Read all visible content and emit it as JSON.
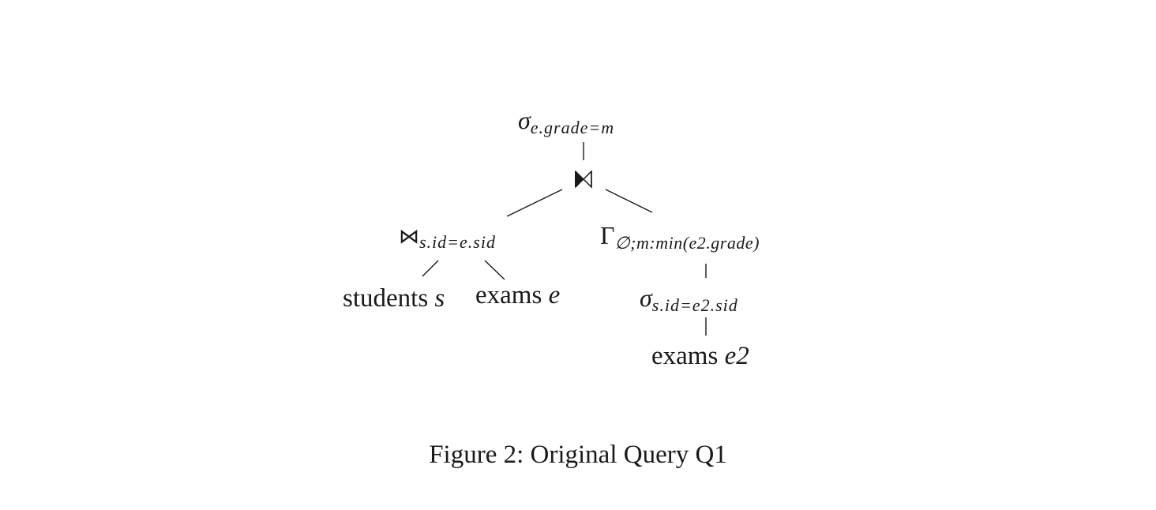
{
  "diagram": {
    "root_select": {
      "op": "σ",
      "condition": "e.grade=m"
    },
    "semijoin": {
      "symbol": "⋉⋊"
    },
    "join": {
      "op": "⋈",
      "condition": "s.id=e.sid"
    },
    "aggregate": {
      "op": "Γ",
      "spec": "∅;m:min(e2.grade)"
    },
    "inner_select": {
      "op": "σ",
      "condition": "s.id=e2.sid"
    },
    "leaf_students": {
      "name": "students",
      "alias": "s"
    },
    "leaf_exams": {
      "name": "exams",
      "alias": "e"
    },
    "leaf_exams2": {
      "name": "exams",
      "alias": "e2"
    }
  },
  "caption": "Figure 2: Original Query Q1"
}
